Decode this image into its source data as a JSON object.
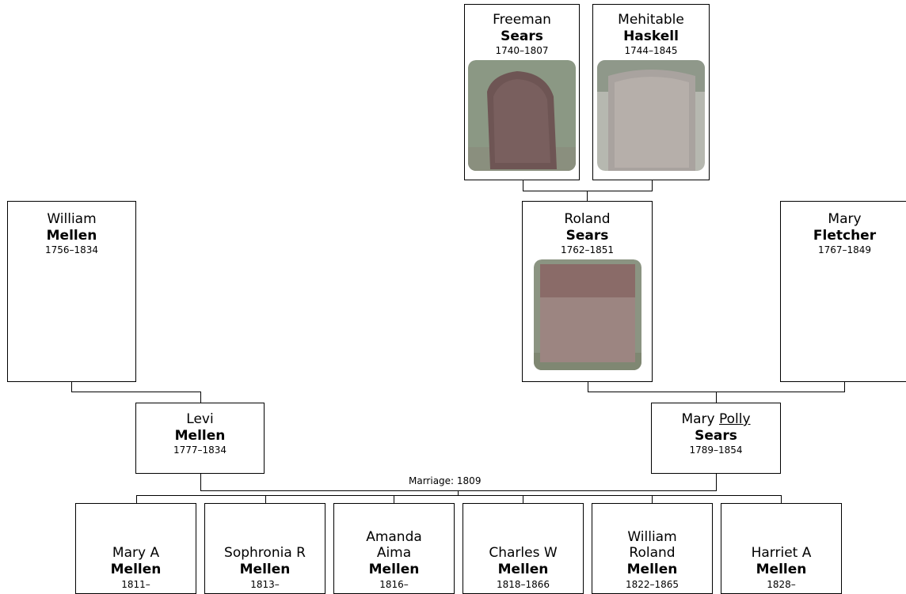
{
  "people": {
    "freeman_sears": {
      "first": "Freeman",
      "surname": "Sears",
      "years": "1740–1807"
    },
    "mehitable_haskell": {
      "first": "Mehitable",
      "surname": "Haskell",
      "years": "1744–1845"
    },
    "william_mellen": {
      "first": "William",
      "surname": "Mellen",
      "years": "1756–1834"
    },
    "roland_sears": {
      "first": "Roland",
      "surname": "Sears",
      "years": "1762–1851"
    },
    "mary_fletcher": {
      "first": "Mary",
      "surname": "Fletcher",
      "years": "1767–1849"
    },
    "levi_mellen": {
      "first": "Levi",
      "surname": "Mellen",
      "years": "1777–1834"
    },
    "mary_polly_sears": {
      "first": "Mary",
      "nickname": "Polly",
      "surname": "Sears",
      "years": "1789–1854"
    }
  },
  "marriage": "Marriage: 1809",
  "children": [
    {
      "first1": "",
      "first2": "Mary A",
      "surname": "Mellen",
      "years": "1811–"
    },
    {
      "first1": "",
      "first2": "Sophronia R",
      "surname": "Mellen",
      "years": "1813–"
    },
    {
      "first1": "Amanda",
      "first2": "Aima",
      "surname": "Mellen",
      "years": "1816–"
    },
    {
      "first1": "",
      "first2": "Charles W",
      "surname": "Mellen",
      "years": "1818–1866"
    },
    {
      "first1": "William",
      "first2": "Roland",
      "surname": "Mellen",
      "years": "1822–1865"
    },
    {
      "first1": "",
      "first2": "Harriet A",
      "surname": "Mellen",
      "years": "1828–"
    }
  ],
  "photos": {
    "freeman": "gravestone-photo",
    "mehitable": "gravestone-photo",
    "roland": "gravestone-photo"
  }
}
